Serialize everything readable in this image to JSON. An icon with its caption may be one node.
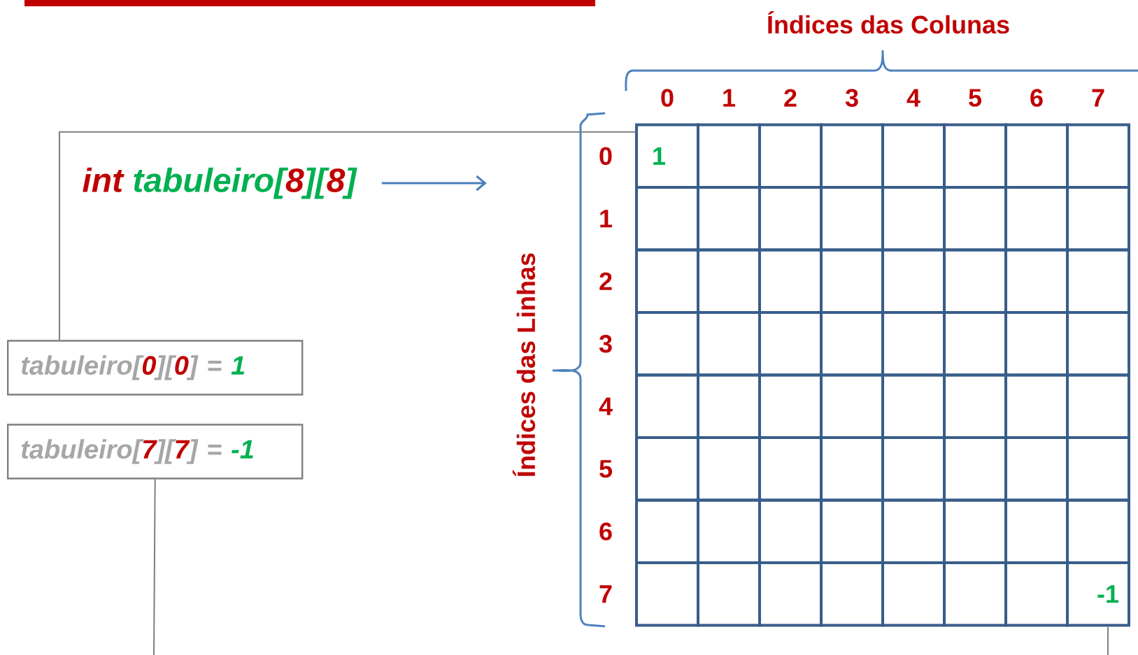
{
  "diagram": {
    "nodes": [
      {
        "text": [
          "int",
          "tabuleiro[",
          "8",
          "][",
          "8",
          "]"
        ]
      },
      {
        "text": [
          "1"
        ]
      },
      {
        "text": [],
        "shape": "box"
      },
      {
        "text": [],
        "shape": "box"
      },
      {
        "text": [],
        "shape": "box"
      },
      {
        "text": [],
        "shape": "box"
      },
      {
        "text": [],
        "shape": "box"
      },
      {
        "text": [],
        "shape": "box"
      },
      {
        "text": [],
        "shape": "box"
      },
      {
        "text": [],
        "shape": "box"
      },
      {
        "text": [],
        "shape": "box"
      },
      {
        "text": [],
        "shape": "box"
      },
      {
        "text": [],
        "shape": "box"
      },
      {
        "text": [],
        "shape": "box"
      },
      {
        "text": [],
        "shape": "box"
      },
      {
        "text": [],
        "shape": "box"
      },
      {
        "text": [],
        "shape": "box"
      },
      {
        "text": [],
        "shape": "box"
      },
      {
        "text": [],
        "shape": "box"
      },
      {
        "text": [],
        "shape": "box"
      },
      {
        "text": [],
        "shape": "box"
      },
      {
        "text": [],
        "shape": "box"
      },
      {
        "text": [],
        "shape": "box"
      },
      {
        "text": [],
        "shape": "box"
      },
      {
        "text": [],
        "shape": "box"
      },
      {
        "text": [],
        "shape": "box"
      },
      {
        "text": [],
        "shape": "box"
      },
      {
        "text": [],
        "shape": "box"
      },
      {
        "text": [],
        "shape": "box"
      },
      {
        "text": [],
        "shape": "box"
      },
      {
        "text": [],
        "shape": "box"
      },
      {
        "text": [],
        "shape": "box"
      },
      {
        "text": [],
        "shape": "box"
      },
      {
        "text": [],
        "shape": "box"
      },
      {
        "text": [],
        "shape": "box"
      },
      {
        "text": [],
        "shape": "box"
      },
      {
        "text": [],
        "shape": "box"
      },
      {
        "text": [],
        "shape": "box"
      },
      {
        "text": [],
        "shape": "box"
      },
      {
        "text": [],
        "shape": "box"
      },
      {
        "text": [],
        "shape": "box"
      },
      {
        "text": [],
        "shape": "box"
      },
      {
        "text": [],
        "shape": "box"
      },
      {
        "text": [],
        "shape": "box"
      },
      {
        "text": [],
        "shape": "box"
      },
      {
        "text": [],
        "shape": "box"
      },
      {
        "text": [],
        "shape": "box"
      },
      {
        "text": [],
        "shape": "box"
      },
      {
        "text": [],
        "shape": "box"
      },
      {
        "text": [],
        "shape": "box"
      },
      {
        "text": [],
        "shape": "box"
      },
      {
        "text": [],
        "shape": "box"
      },
      {
        "text": [],
        "shape": "box"
      },
      {
        "text": [],
        "shape": "box"
      },
      {
        "text": [],
        "shape": "box"
      },
      {
        "text": [],
        "shape": "box"
      },
      {
        "text": [],
        "shape": "box"
      },
      {
        "text": [],
        "shape": "box"
      },
      {
        "text": [],
        "shape": "box"
      },
      {
        "text": [],
        "shape": "box"
      },
      {
        "text": [],
        "shape": "box"
      },
      {
        "text": [],
        "shape": "box"
      },
      {
        "text": [],
        "shape": "box"
      },
      {
        "text": [],
        "shape": "box"
      },
      {
        "text": [
          "-1"
        ]
      },
      {
        "text": [
          "tabuleiro[",
          "0",
          "][",
          "0",
          "] =",
          "1"
        ]
      },
      {
        "text": [
          "tabuleiro[",
          "7",
          "][",
          "7",
          "] =",
          "-1"
        ]
      }
    ],
    "edges": [
      {
        "from": 0,
        "to": null,
        "arrow": "to",
        "color": "#4a7ebb"
      },
      {
        "from": 65,
        "to": 1,
        "arrow": "none"
      },
      {
        "from": 66,
        "to": null,
        "arrow": "none"
      },
      {
        "from": 64,
        "to": null,
        "arrow": "none"
      }
    ],
    "labels": [
      "Índices das Colunas",
      "0",
      "1",
      "2",
      "3",
      "4",
      "5",
      "6",
      "7",
      "Índices das Linhas",
      "0",
      "1",
      "2",
      "3",
      "4",
      "5",
      "6",
      "7"
    ]
  }
}
